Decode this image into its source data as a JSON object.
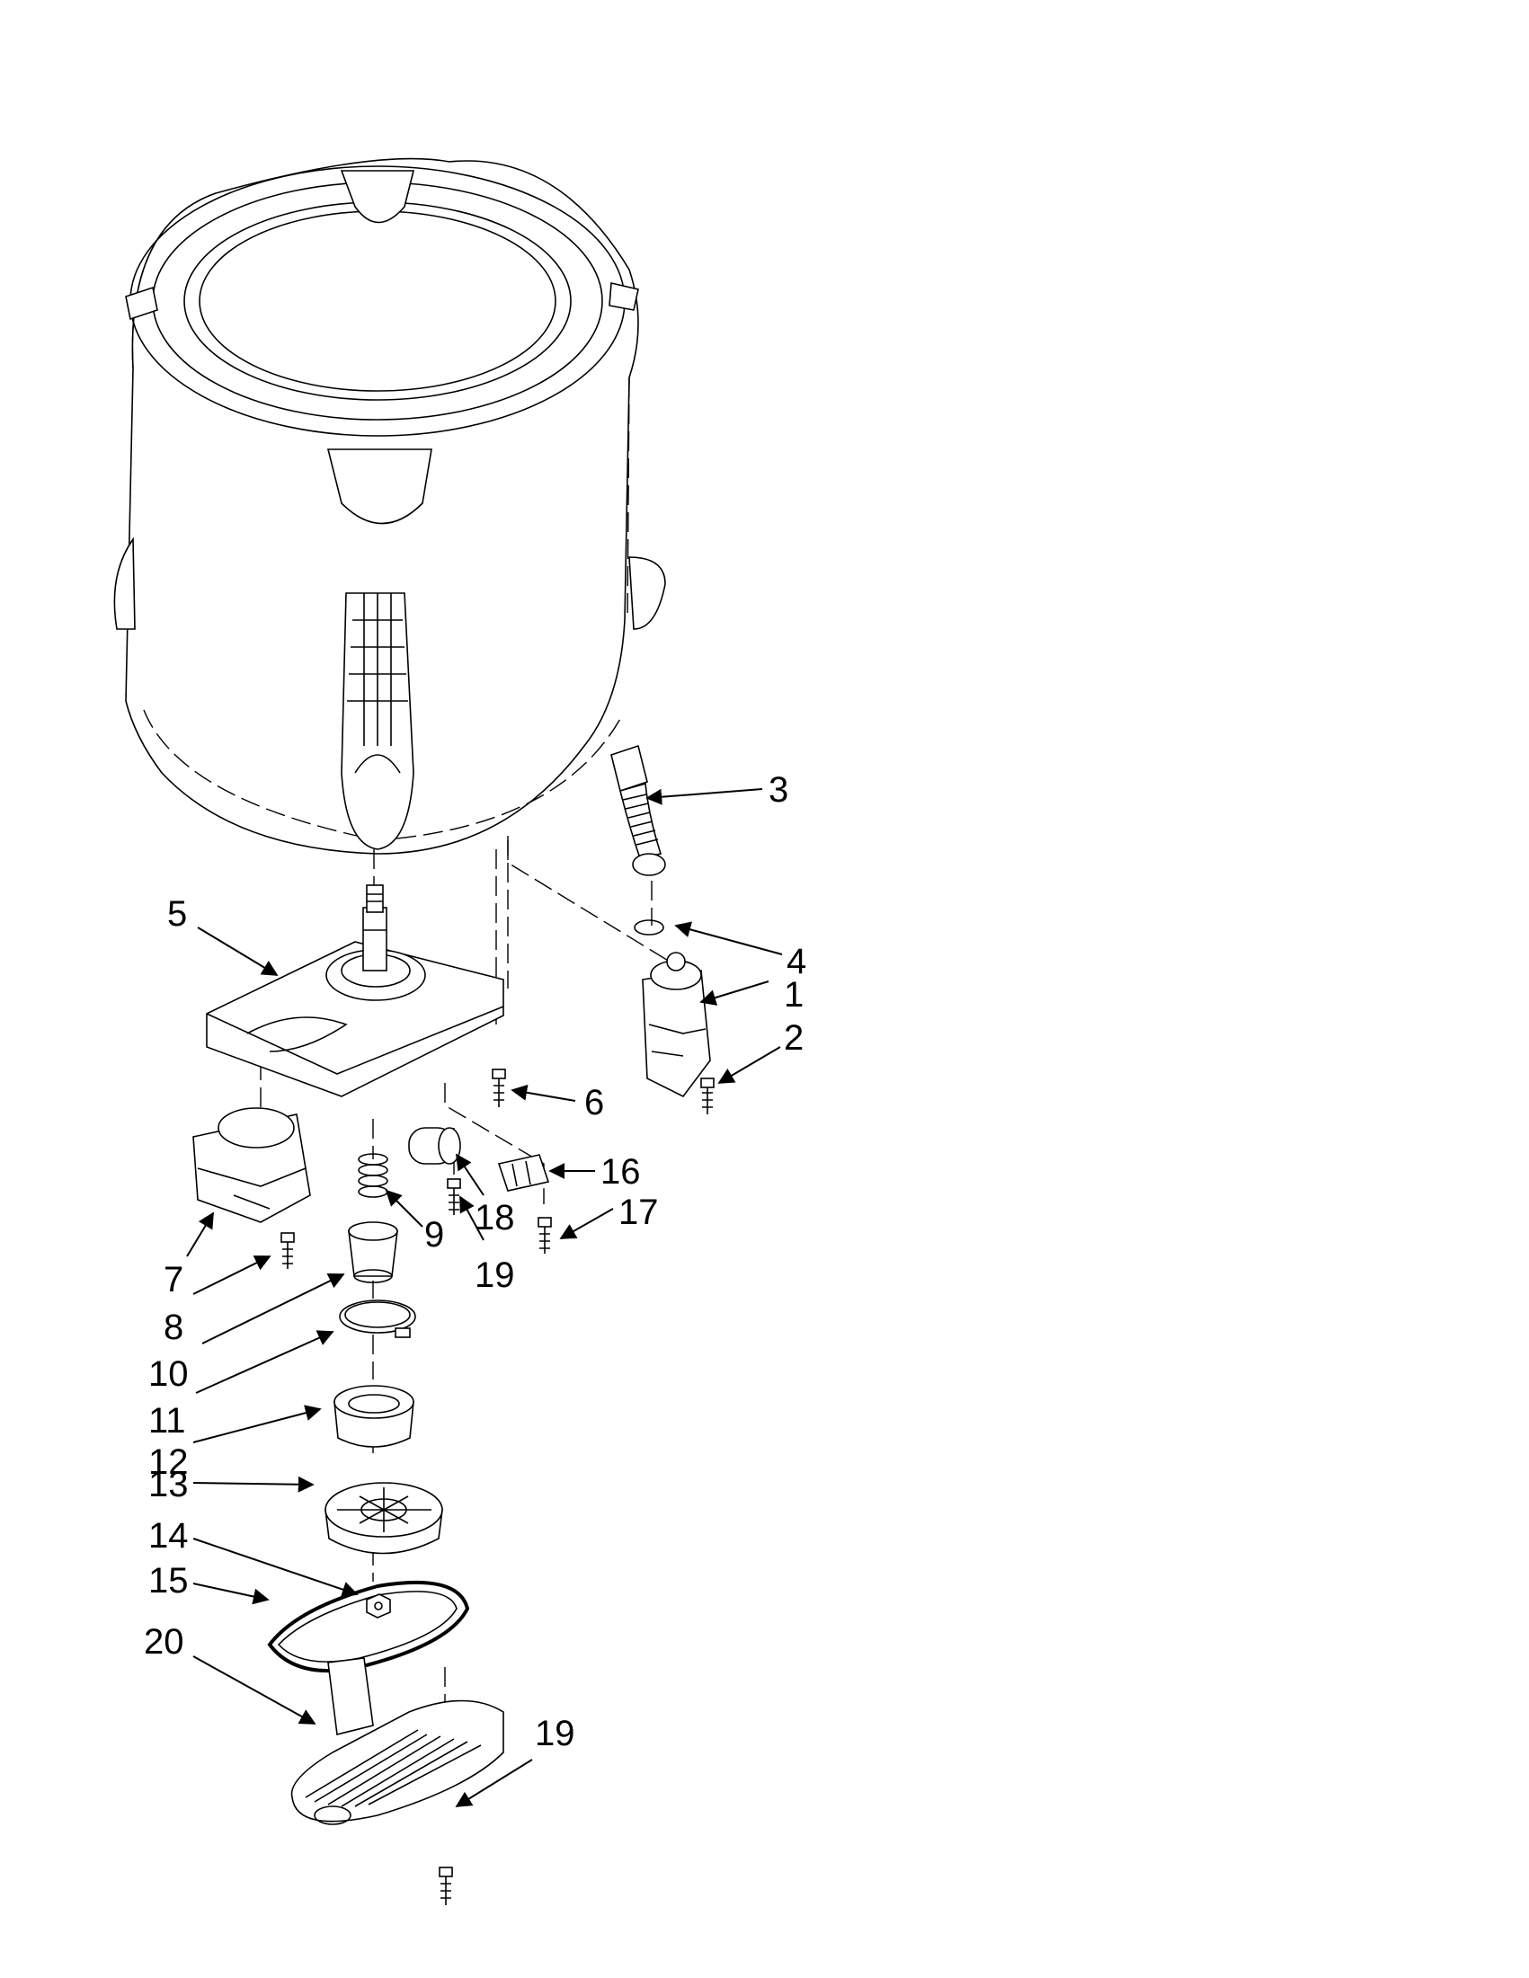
{
  "callouts": [
    "1",
    "2",
    "3",
    "4",
    "5",
    "6",
    "7",
    "8",
    "9",
    "10",
    "11",
    "12",
    "13",
    "14",
    "15",
    "16",
    "17",
    "18",
    "19",
    "20",
    "19"
  ]
}
